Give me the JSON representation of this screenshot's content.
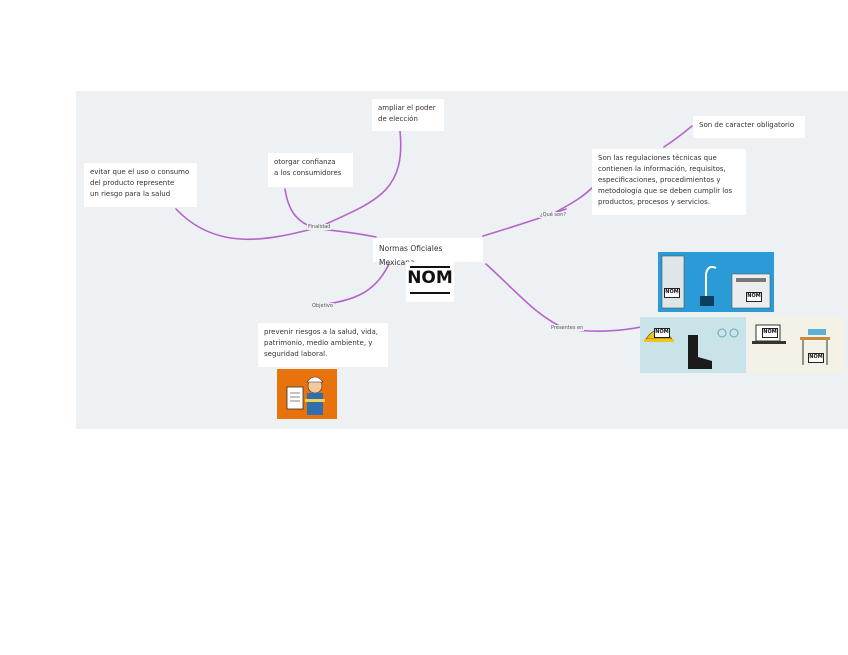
{
  "center": {
    "title": "Normas Oficiales Mexicana",
    "logo_text": "NOM"
  },
  "branches": {
    "finalidad": "Finalidad",
    "que_son": "¿Qué son?",
    "objetivo": "Objetivo",
    "presentes_en": "Presentes en"
  },
  "nodes": {
    "ampliar": "ampliar el poder\n de elección",
    "otorgar": "otorgar confianza\n a los consumidores",
    "evitar": "evitar que el uso o consumo\n del producto represente\n un riesgo para la salud",
    "obligatorio": "Son de caracter obligatorio",
    "regulaciones": "Son las regulaciones técnicas que\ncontienen la información, requisitos,\nespecificaciones, procedimientos y\nmetodología que se deben cumplir los\nproductos, procesos y servicios.",
    "prevenir": "prevenir riesgos a la salud, vida,\npatrimonio, medio ambiente, y\nseguridad laboral."
  },
  "image_labels": {
    "nom": "NOM"
  },
  "colors": {
    "link": "#b564cc",
    "canvas": "#eef1f4",
    "node": "#ffffff",
    "worker_bg": "#e8720c",
    "machine_bg": "#2a9bd6"
  }
}
